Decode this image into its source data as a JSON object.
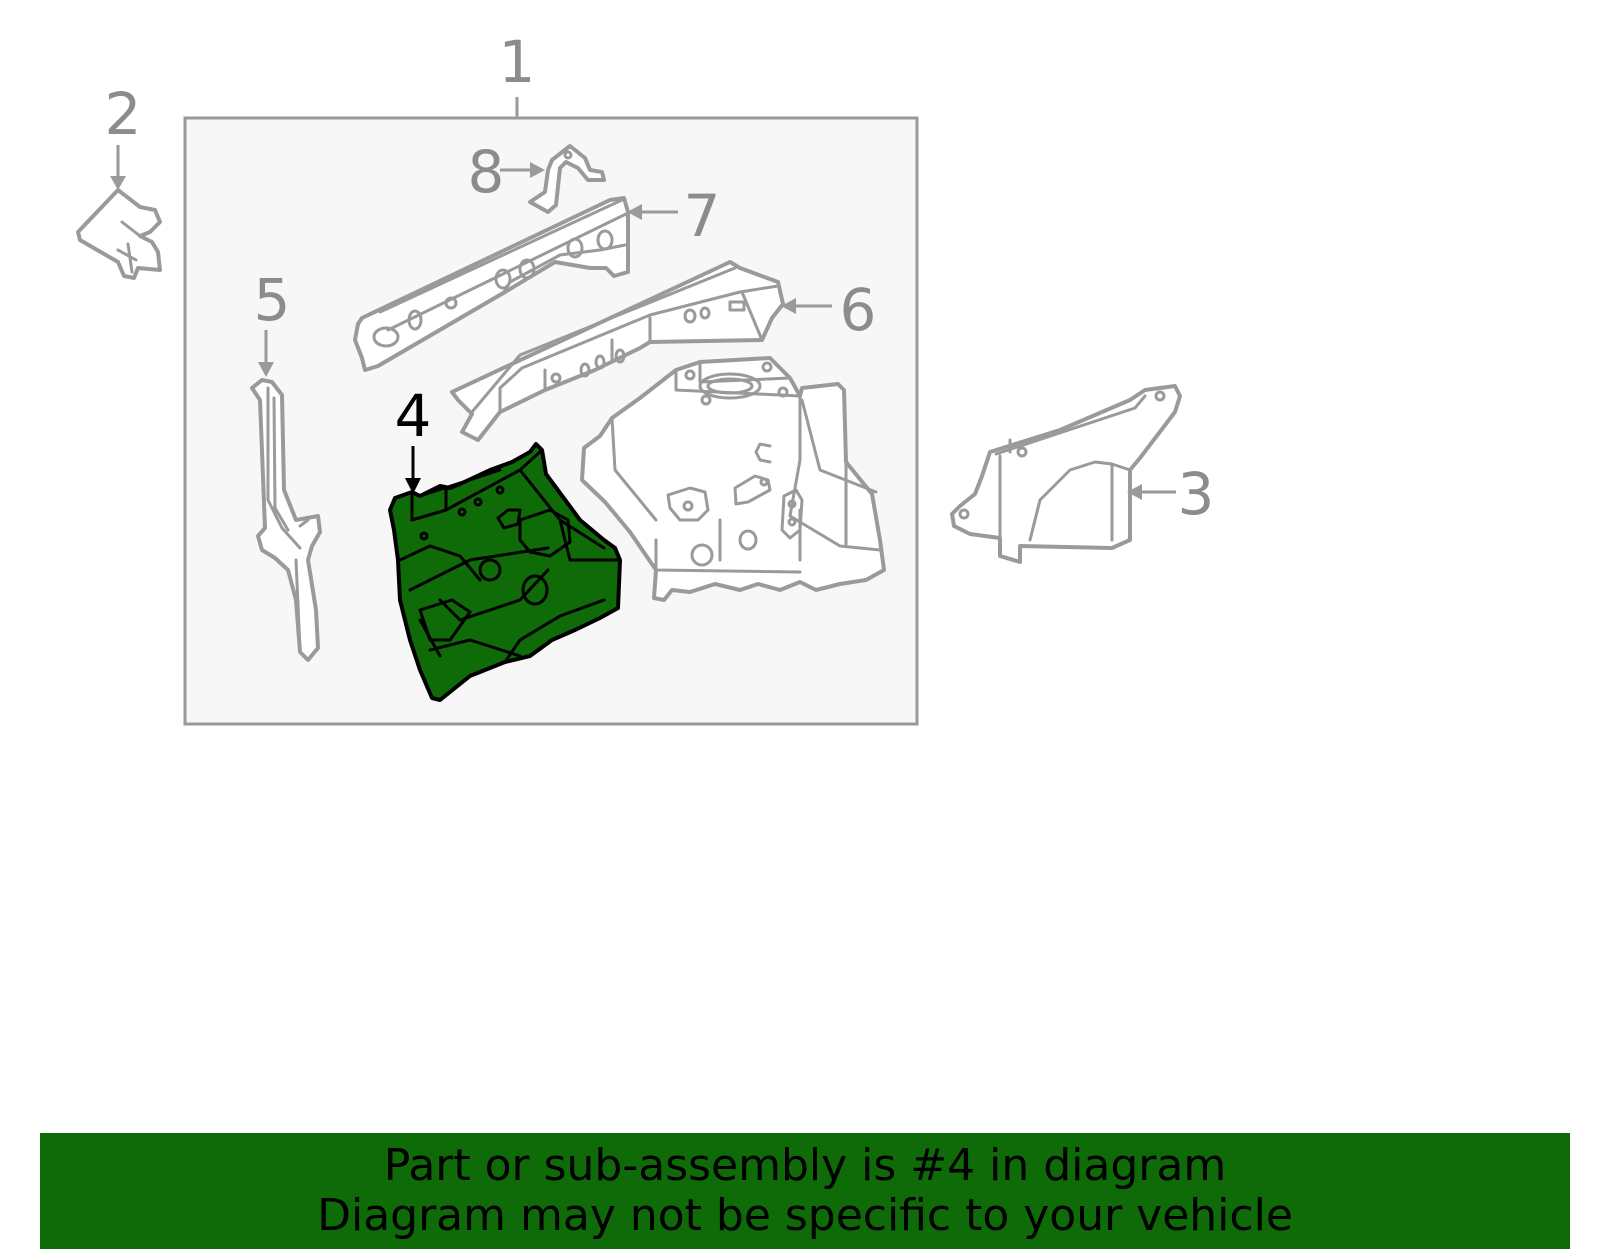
{
  "callouts": {
    "c1": "1",
    "c2": "2",
    "c3": "3",
    "c4": "4",
    "c5": "5",
    "c6": "6",
    "c7": "7",
    "c8": "8"
  },
  "highlighted_part": "4",
  "colors": {
    "highlight": "#0e6b08",
    "outline": "#9a9a9a",
    "box_background": "#f7f7f7"
  },
  "banner": {
    "line1": "Part or sub-assembly is #4 in diagram",
    "line2": "Diagram may not be specific to your vehicle"
  }
}
